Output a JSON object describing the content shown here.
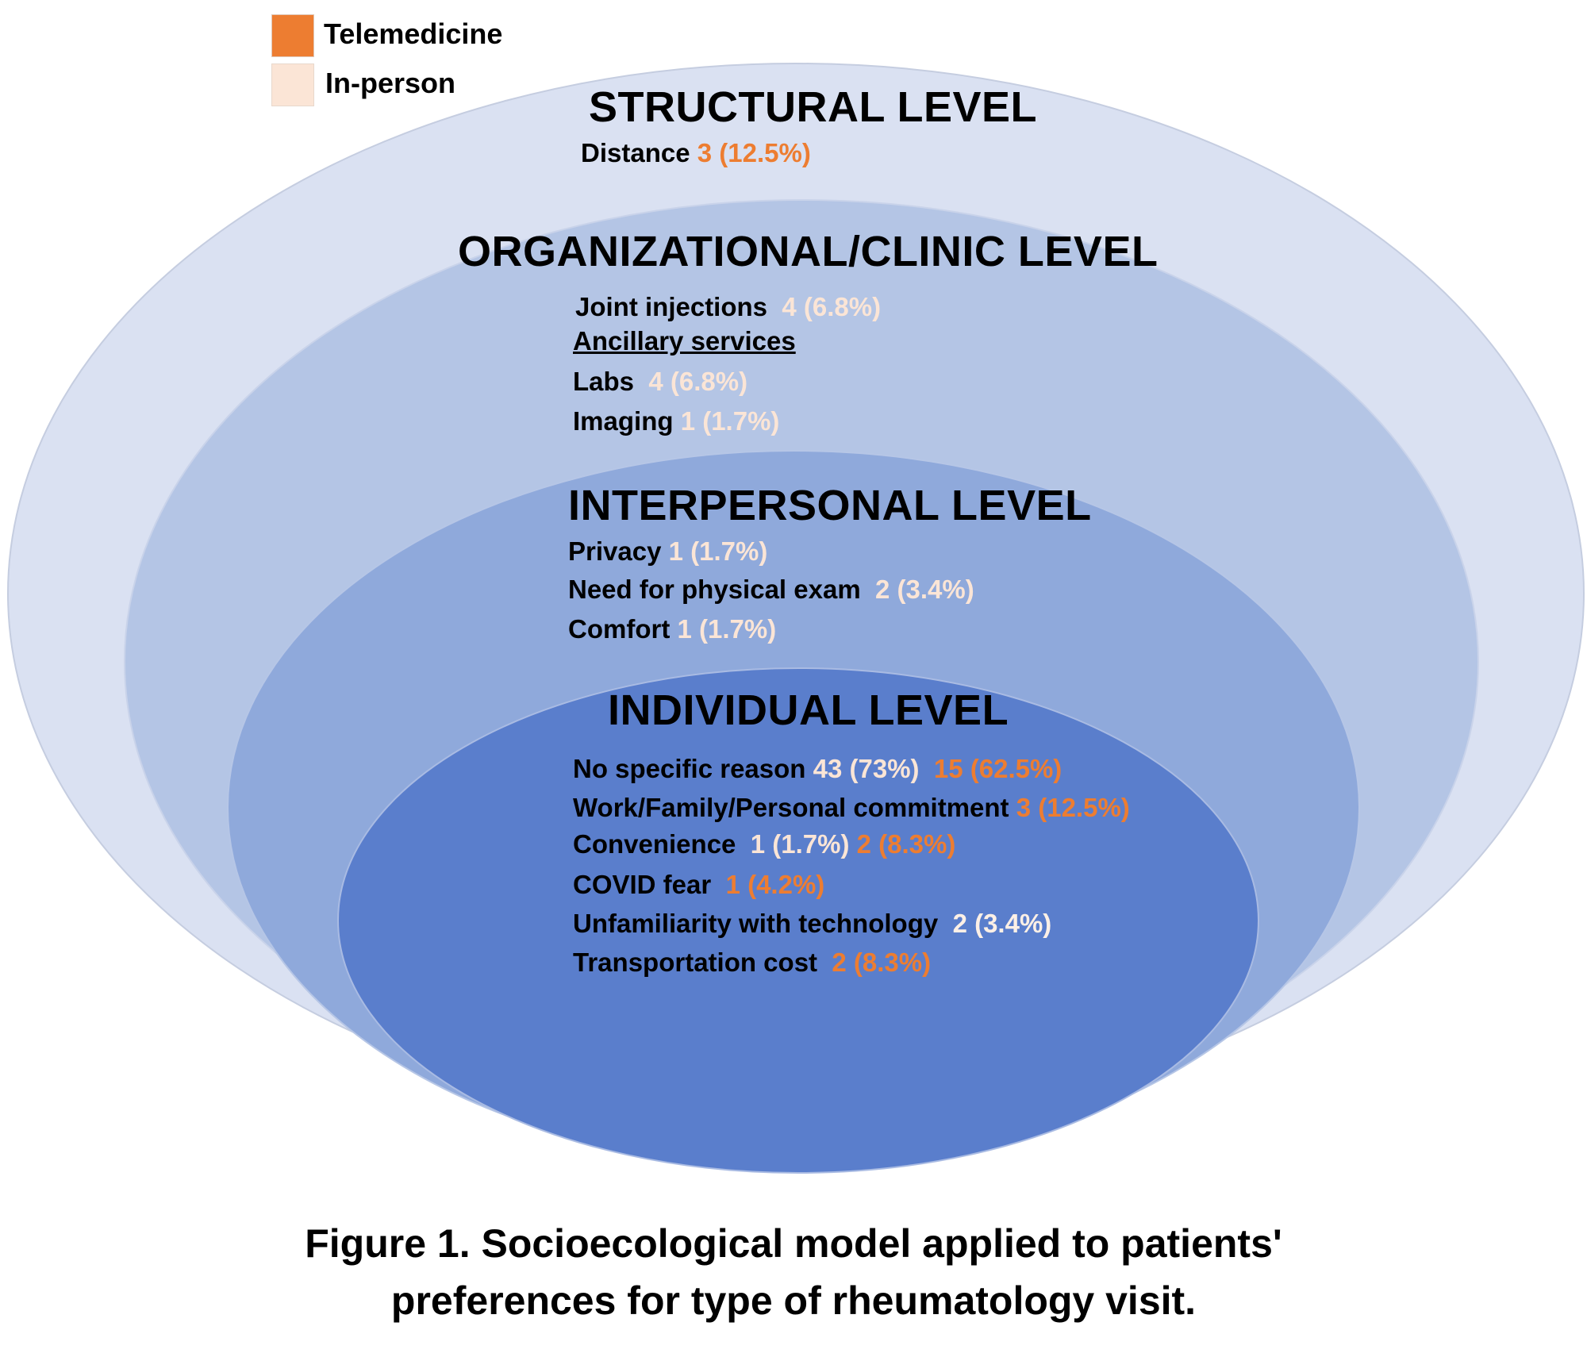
{
  "legend": {
    "items": [
      {
        "label": "Telemedicine",
        "color": "#ED7D31"
      },
      {
        "label": "In-person",
        "color": "#FBE5D6"
      }
    ]
  },
  "colors": {
    "structural": "#DAE1F2",
    "organizational": "#B4C5E5",
    "interpersonal": "#8FA9DB",
    "individual": "#5A7ECC",
    "telemedicine_text": "#ED7D31",
    "inperson_text": "#FBE5D6"
  },
  "levels": {
    "structural": {
      "title": "STRUCTURAL LEVEL",
      "items": [
        {
          "label": "Distance",
          "telemedicine": "3 (12.5%)"
        }
      ]
    },
    "organizational": {
      "title": "ORGANIZATIONAL/CLINIC LEVEL",
      "items": [
        {
          "label": "Joint injections",
          "inperson": "4 (6.8%)"
        },
        {
          "label": "Ancillary services",
          "subheader": true
        },
        {
          "label": "Labs",
          "inperson": "4 (6.8%)"
        },
        {
          "label": "Imaging",
          "inperson": "1 (1.7%)"
        }
      ]
    },
    "interpersonal": {
      "title": "INTERPERSONAL LEVEL",
      "items": [
        {
          "label": "Privacy",
          "inperson": "1 (1.7%)"
        },
        {
          "label": "Need for physical exam",
          "inperson": "2 (3.4%)"
        },
        {
          "label": "Comfort",
          "inperson": "1 (1.7%)"
        }
      ]
    },
    "individual": {
      "title": "INDIVIDUAL LEVEL",
      "items": [
        {
          "label": "No specific reason",
          "inperson": "43 (73%)",
          "telemedicine": "15 (62.5%)"
        },
        {
          "label": "Work/Family/Personal commitment",
          "telemedicine": "3 (12.5%)"
        },
        {
          "label": "Convenience",
          "inperson": "1 (1.7%)",
          "telemedicine": "2 (8.3%)"
        },
        {
          "label": "COVID fear",
          "telemedicine": "1 (4.2%)"
        },
        {
          "label": "Unfamiliarity with technology",
          "inperson": "2 (3.4%)"
        },
        {
          "label": "Transportation cost",
          "telemedicine": "2 (8.3%)"
        }
      ]
    }
  },
  "caption": {
    "line1": "Figure 1. Socioecological model applied to patients'",
    "line2": "preferences for type of rheumatology visit."
  }
}
